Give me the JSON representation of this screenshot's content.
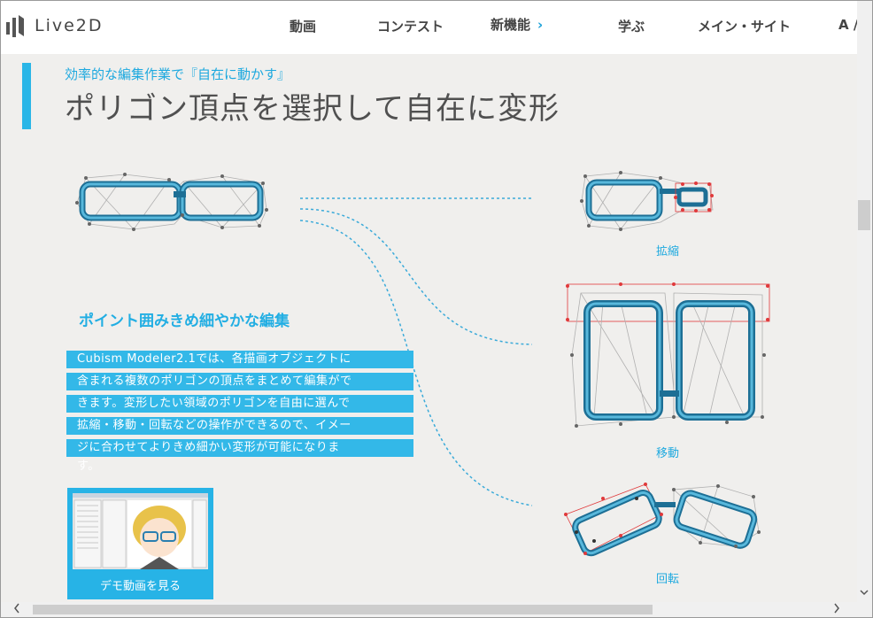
{
  "header": {
    "logo_text": "Live2D",
    "nav": [
      {
        "label": "動画"
      },
      {
        "label": "コンテスト"
      },
      {
        "label": "新機能",
        "chevron": "›"
      },
      {
        "label": "学ぶ"
      },
      {
        "label": "メイン・サイト"
      },
      {
        "label": "A /"
      }
    ]
  },
  "section": {
    "subtitle": "効率的な編集作業で『自在に動かす』",
    "title": "ポリゴン頂点を選択して自在に変形"
  },
  "feature": {
    "heading": "ポイント囲みきめ細やかな編集",
    "description_lines": [
      "Cubism Modeler2.1では、各描画オブジェクトに",
      "含まれる複数のポリゴンの頂点をまとめて編集がで",
      "きます。変形したい領域のポリゴンを自由に選んで",
      "拡縮・移動・回転などの操作ができるので、イメー",
      "ジに合わせてよりきめ細かい変形が可能になりま",
      "す。"
    ],
    "demo_label": "デモ動画を見る"
  },
  "captions": {
    "scale": "拡縮",
    "move": "移動",
    "rotate": "回転"
  },
  "colors": {
    "accent": "#2ab6e7",
    "frame_blue": "#1d6f95",
    "selection_red": "#e0393b",
    "dotted_line": "#3aaad9"
  },
  "icons": {
    "scroll_up": "chevron-up-icon",
    "scroll_down": "chevron-down-icon",
    "scroll_left": "chevron-left-icon",
    "scroll_right": "chevron-right-icon"
  }
}
